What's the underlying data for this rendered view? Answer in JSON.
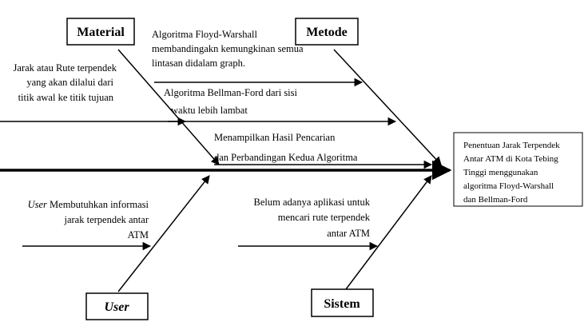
{
  "categories": {
    "material": "Material",
    "metode": "Metode",
    "user": "User",
    "sistem": "Sistem"
  },
  "effect": {
    "lines": [
      "Penentuan  Jarak  Terpendek",
      "Antar ATM  di Kota Tebing",
      "Tinggi menggunakan",
      "algoritma Floyd-Warshall",
      "dan Bellman-Ford"
    ]
  },
  "causes": {
    "material_1": [
      "Jarak atau Rute terpendek",
      "yang akan dilalui dari",
      "titik awal ke titik tujuan"
    ],
    "metode_1": [
      "Algoritma Floyd-Warshall",
      "membandingakn kemungkinan semua",
      "lintasan didalam graph."
    ],
    "metode_2": [
      "Algoritma Bellman-Ford dari sisi",
      "waktu lebih lambat"
    ],
    "metode_3": [
      "Menampilkan Hasil Pencarian",
      "dan Perbandingan Kedua Algoritma"
    ],
    "user_1": {
      "word": "User",
      "rest": " Membutuhkan informasi",
      "line2": "jarak terpendek antar",
      "line3": "ATM"
    },
    "sistem_1": [
      "Belum adanya aplikasi untuk",
      "mencari  rute terpendek",
      "antar ATM"
    ]
  }
}
